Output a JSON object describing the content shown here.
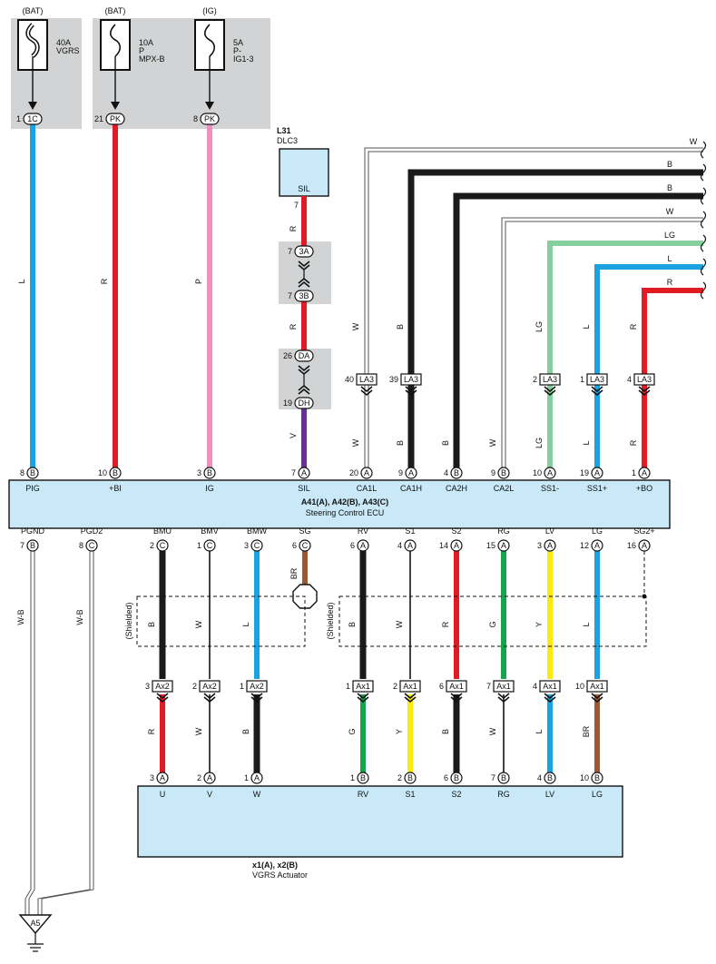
{
  "power_sources": [
    {
      "source": "(BAT)",
      "fuse_lines": [
        "40A",
        "VGRS"
      ],
      "pin": "1",
      "conn": "1C",
      "wire_color": "L"
    },
    {
      "source": "(BAT)",
      "fuse_lines": [
        "10A",
        "P",
        "MPX-B"
      ],
      "pin": "21",
      "conn": "PK",
      "wire_color": "R"
    },
    {
      "source": "(IG)",
      "fuse_lines": [
        "5A",
        "P-",
        "IG1-3"
      ],
      "pin": "8",
      "conn": "PK",
      "wire_color": "P"
    }
  ],
  "dlc3": {
    "id": "L31",
    "name": "DLC3",
    "terminal": "SIL",
    "pin": "7",
    "wire_color_top": "R",
    "junction_1": {
      "pin_top": "7",
      "conn_top": "3A",
      "pin_bottom": "7",
      "conn_bottom": "3B"
    },
    "wire_color_mid": "R",
    "junction_2": {
      "pin_top": "26",
      "conn_top": "DA",
      "pin_bottom": "19",
      "conn_bottom": "DH"
    },
    "wire_color_bottom": "V"
  },
  "right_harness": [
    {
      "wire_label": "W",
      "pin": "40",
      "conn": "LA3",
      "upper_color": "W",
      "lower_color": "W"
    },
    {
      "wire_label": "B",
      "pin": "39",
      "conn": "LA3",
      "upper_color": "B",
      "lower_color": "B"
    },
    {
      "wire_label": "B",
      "lower_color": "B"
    },
    {
      "wire_label": "W",
      "lower_color": "W"
    },
    {
      "wire_label": "LG",
      "pin": "2",
      "conn": "LA3",
      "upper_color": "LG",
      "lower_color": "LG"
    },
    {
      "wire_label": "L",
      "pin": "1",
      "conn": "LA3",
      "upper_color": "L",
      "lower_color": "L"
    },
    {
      "wire_label": "R",
      "pin": "4",
      "conn": "LA3",
      "upper_color": "R",
      "lower_color": "R"
    }
  ],
  "ecu": {
    "title": "A41(A), A42(B), A43(C)",
    "subtitle": "Steering Control ECU",
    "top_terminals": [
      {
        "pin": "8",
        "conn": "B",
        "name": "PIG"
      },
      {
        "pin": "10",
        "conn": "B",
        "name": "+BI"
      },
      {
        "pin": "3",
        "conn": "B",
        "name": "IG"
      },
      {
        "pin": "7",
        "conn": "A",
        "name": "SIL"
      },
      {
        "pin": "20",
        "conn": "A",
        "name": "CA1L"
      },
      {
        "pin": "9",
        "conn": "A",
        "name": "CA1H"
      },
      {
        "pin": "4",
        "conn": "B",
        "name": "CA2H"
      },
      {
        "pin": "9",
        "conn": "B",
        "name": "CA2L"
      },
      {
        "pin": "10",
        "conn": "A",
        "name": "SS1-"
      },
      {
        "pin": "19",
        "conn": "A",
        "name": "SS1+"
      },
      {
        "pin": "1",
        "conn": "A",
        "name": "+BO"
      }
    ],
    "bottom_terminals": [
      {
        "pin": "7",
        "conn": "B",
        "name": "PGND"
      },
      {
        "pin": "8",
        "conn": "C",
        "name": "PGD2"
      },
      {
        "pin": "2",
        "conn": "C",
        "name": "BMU"
      },
      {
        "pin": "1",
        "conn": "C",
        "name": "BMV"
      },
      {
        "pin": "3",
        "conn": "C",
        "name": "BMW"
      },
      {
        "pin": "6",
        "conn": "C",
        "name": "SG"
      },
      {
        "pin": "6",
        "conn": "A",
        "name": "RV"
      },
      {
        "pin": "4",
        "conn": "A",
        "name": "S1"
      },
      {
        "pin": "14",
        "conn": "A",
        "name": "S2"
      },
      {
        "pin": "15",
        "conn": "A",
        "name": "RG"
      },
      {
        "pin": "3",
        "conn": "A",
        "name": "LV"
      },
      {
        "pin": "12",
        "conn": "A",
        "name": "LG"
      },
      {
        "pin": "16",
        "conn": "A",
        "name": "SG2+"
      }
    ]
  },
  "ground_wires": [
    "W-B",
    "W-B"
  ],
  "sg_wire_color": "BR",
  "shield_label": "(Shielded)",
  "ecu_lower_wire_colors": [
    "B",
    "W",
    "L",
    "B",
    "W",
    "R",
    "G",
    "Y",
    "L"
  ],
  "ax_connectors": [
    {
      "pin": "3",
      "conn": "Ax2",
      "color": "R"
    },
    {
      "pin": "2",
      "conn": "Ax2",
      "color": "W"
    },
    {
      "pin": "1",
      "conn": "Ax2",
      "color": "B"
    },
    {
      "pin": "1",
      "conn": "Ax1",
      "color": "G"
    },
    {
      "pin": "2",
      "conn": "Ax1",
      "color": "Y"
    },
    {
      "pin": "6",
      "conn": "Ax1",
      "color": "B"
    },
    {
      "pin": "7",
      "conn": "Ax1",
      "color": "W"
    },
    {
      "pin": "4",
      "conn": "Ax1",
      "color": "L"
    },
    {
      "pin": "10",
      "conn": "Ax1",
      "color": "BR"
    }
  ],
  "actuator": {
    "title": "x1(A), x2(B)",
    "subtitle": "VGRS Actuator",
    "terminals": [
      {
        "pin": "3",
        "conn": "A",
        "name": "U"
      },
      {
        "pin": "2",
        "conn": "A",
        "name": "V"
      },
      {
        "pin": "1",
        "conn": "A",
        "name": "W"
      },
      {
        "pin": "1",
        "conn": "B",
        "name": "RV"
      },
      {
        "pin": "2",
        "conn": "B",
        "name": "S1"
      },
      {
        "pin": "6",
        "conn": "B",
        "name": "S2"
      },
      {
        "pin": "7",
        "conn": "B",
        "name": "RG"
      },
      {
        "pin": "4",
        "conn": "B",
        "name": "LV"
      },
      {
        "pin": "10",
        "conn": "B",
        "name": "LG"
      }
    ]
  },
  "ground": {
    "label": "A5"
  },
  "colors": {
    "L": "#1aa3e0",
    "R": "#e11b24",
    "P": "#ef8fbf",
    "V": "#6a3099",
    "B": "#1a1a1a",
    "W": "#ffffff",
    "LG": "#84cf9b",
    "G": "#13a54a",
    "Y": "#fde80f",
    "BR": "#9c5a34",
    "panel_bg": "#d2d3d4",
    "box_fill": "#c9e9f8"
  }
}
